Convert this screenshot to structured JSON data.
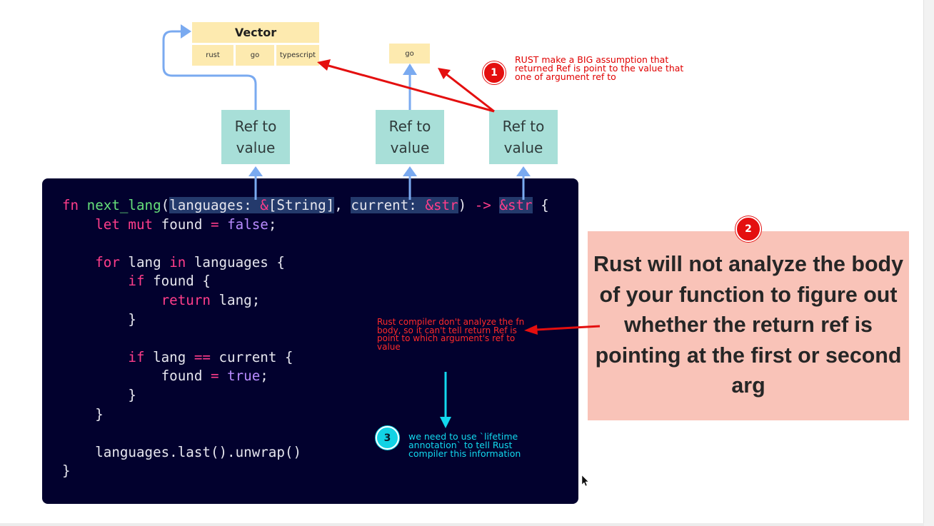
{
  "vector": {
    "title": "Vector",
    "cells": [
      "rust",
      "go",
      "typescript"
    ]
  },
  "go_box": "go",
  "ref_boxes": [
    {
      "line1": "Ref to",
      "line2": "value"
    },
    {
      "line1": "Ref to",
      "line2": "value"
    },
    {
      "line1": "Ref to",
      "line2": "value"
    }
  ],
  "code": {
    "l1": {
      "kw": "fn",
      "name": "next_lang",
      "open": "(",
      "p1name": "languages:",
      "p1amp": "&",
      "p1type": "[String]",
      "sep": ", ",
      "p2name": "current:",
      "p2amp": "&",
      "p2type": "str",
      "close": ") ",
      "arrow": "->",
      "retamp": "&",
      "rettype": "str",
      "brace": " {"
    },
    "l2": {
      "kw": "let mut",
      "rest": " found ",
      "op": "=",
      "bool": "false",
      "end": ";"
    },
    "l4": {
      "kw": "for",
      "a": " lang ",
      "kw2": "in",
      "b": " languages {"
    },
    "l5": {
      "kw": "if",
      "rest": " found {"
    },
    "l6": {
      "kw": "return",
      "rest": " lang;"
    },
    "l7": "}",
    "l9": {
      "kw": "if",
      "a": " lang ",
      "op": "==",
      "b": " current {"
    },
    "l10": {
      "a": "found ",
      "op": "=",
      "bool": "true",
      "end": ";"
    },
    "l11": "}",
    "l12": "}",
    "l14": "languages.last().unwrap()",
    "l15": "}"
  },
  "notes": {
    "badge1": "1",
    "note1": "RUST make a BIG assumption that returned Ref is point to the value that one of argument ref to",
    "badge2": "2",
    "big_text": "Rust will not analyze the body of your function to figure out whether the return ref is pointing at the first or second arg",
    "note_mid": "Rust compiler don't analyze the fn body, so it can't tell return Ref is point to which argument's ref to value",
    "badge3": "3",
    "note3": "we need to use `lifetime annotation` to tell Rust compiler this information"
  },
  "colors": {
    "vector_fill": "#fdeaaf",
    "ref_fill": "#a8dfd8",
    "code_bg": "#02012e",
    "arrow_blue": "#7aaaf0",
    "arrow_red": "#e40f0f",
    "arrow_cyan": "#12d9ee",
    "pink_box": "#f9c3b8"
  }
}
